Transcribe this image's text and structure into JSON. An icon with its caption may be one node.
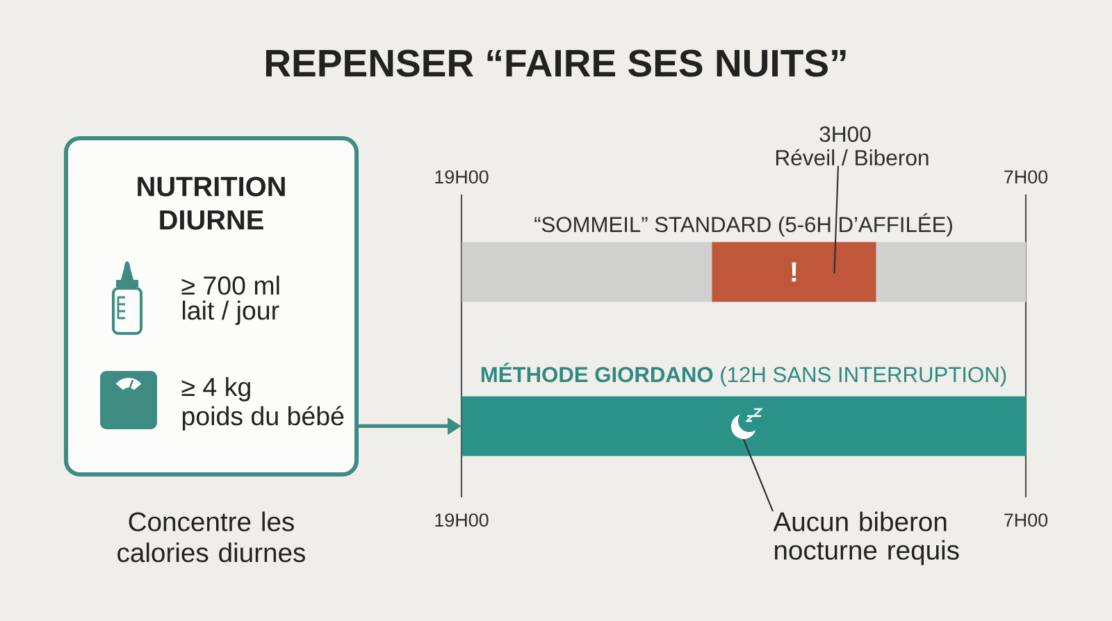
{
  "diagram": {
    "title": "REPENSER “FAIRE SES NUITS”",
    "nodes": [
      {
        "text": [
          "NUTRITION DIURNE",
          "≥ 700 ml",
          "lait / jour",
          "≥ 4 kg",
          "poids du bébé"
        ],
        "beside": [
          "Concentre les calories diurnes"
        ]
      },
      {
        "text": [
          "3H00",
          "Réveil / Biberon"
        ]
      },
      {
        "text": [
          "“SOMMEIL” STANDARD (5-6H D’AFFILÉE)"
        ]
      },
      {
        "text": [
          "!"
        ],
        "in": 2
      },
      {
        "text": [
          "**MÉTHODE GIORDANO** (12H SANS INTERRUPTION)"
        ]
      },
      {
        "text": [],
        "shape": "picture",
        "in": 4
      },
      {
        "text": [
          "Aucun biberon nocturne requis"
        ]
      }
    ],
    "edges": [
      {
        "from": 0,
        "to": 4,
        "arrow": "to",
        "style": "thick",
        "color": "#3d8b81"
      },
      {
        "from": 1,
        "to": 3,
        "arrow": "none"
      },
      {
        "from": 6,
        "to": 5,
        "arrow": "none"
      }
    ],
    "labels": [
      "19H00",
      "7H00",
      "19H00",
      "7H00"
    ]
  }
}
